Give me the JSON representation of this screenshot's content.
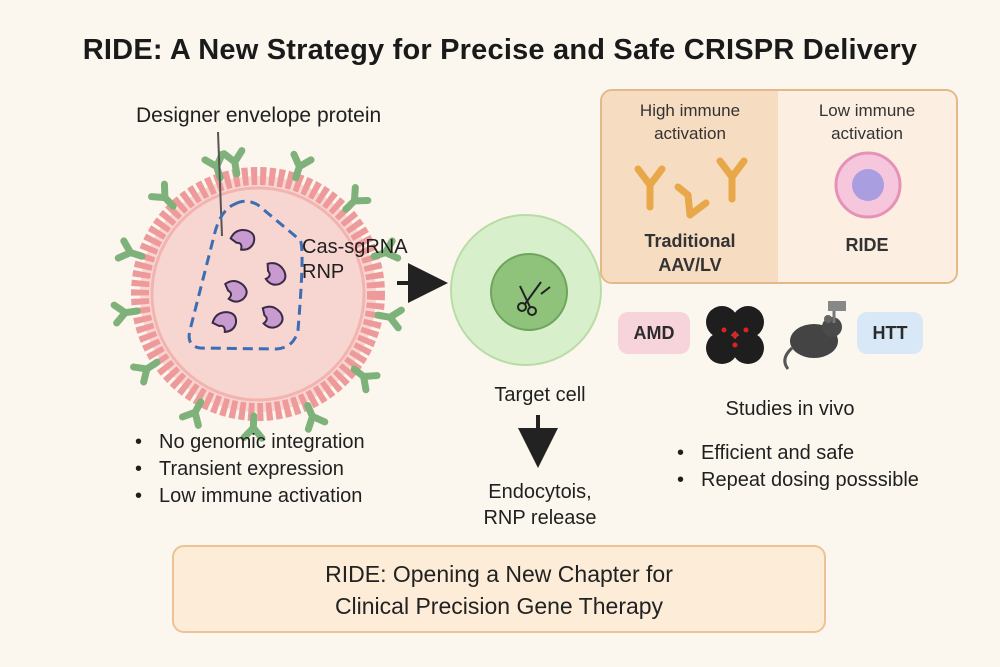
{
  "title": "RIDE: A New Strategy for Precise and Safe CRISPR Delivery",
  "particle": {
    "envelope_label": "Designer envelope protein",
    "rnp_label_line1": "Cas-sgRNA",
    "rnp_label_line2": "RNP"
  },
  "left_bullets": [
    "No genomic integration",
    "Transient expression",
    "Low immune activation"
  ],
  "target_cell": {
    "label": "Target cell",
    "process_line1": "Endocytois,",
    "process_line2": "RNP release"
  },
  "comparison": {
    "traditional": {
      "header_line1": "High immune",
      "header_line2": "activation",
      "footer_line1": "Traditional",
      "footer_line2": "AAV/LV"
    },
    "ride": {
      "header_line1": "Low immune",
      "header_line2": "activation",
      "footer": "RIDE"
    }
  },
  "studies": {
    "amd_badge": "AMD",
    "htt_badge": "HTT",
    "label": "Studies in vivo",
    "bullets": [
      "Efficient and safe",
      "Repeat dosing posssible"
    ]
  },
  "banner": {
    "line1": "RIDE: Opening a New Chapter for",
    "line2": "Clinical Precision Gene Therapy"
  },
  "colors": {
    "envelope_protein": "#7fb27a",
    "membrane": "#ef9a9a",
    "particle_fill": "#f7d6d2",
    "rnp": "#c79bd0",
    "target_cell": "#cfe8c0",
    "antibody": "#e8a84a",
    "ride_cell_outer": "#f2b3cf",
    "ride_cell_inner": "#a99ee0"
  }
}
